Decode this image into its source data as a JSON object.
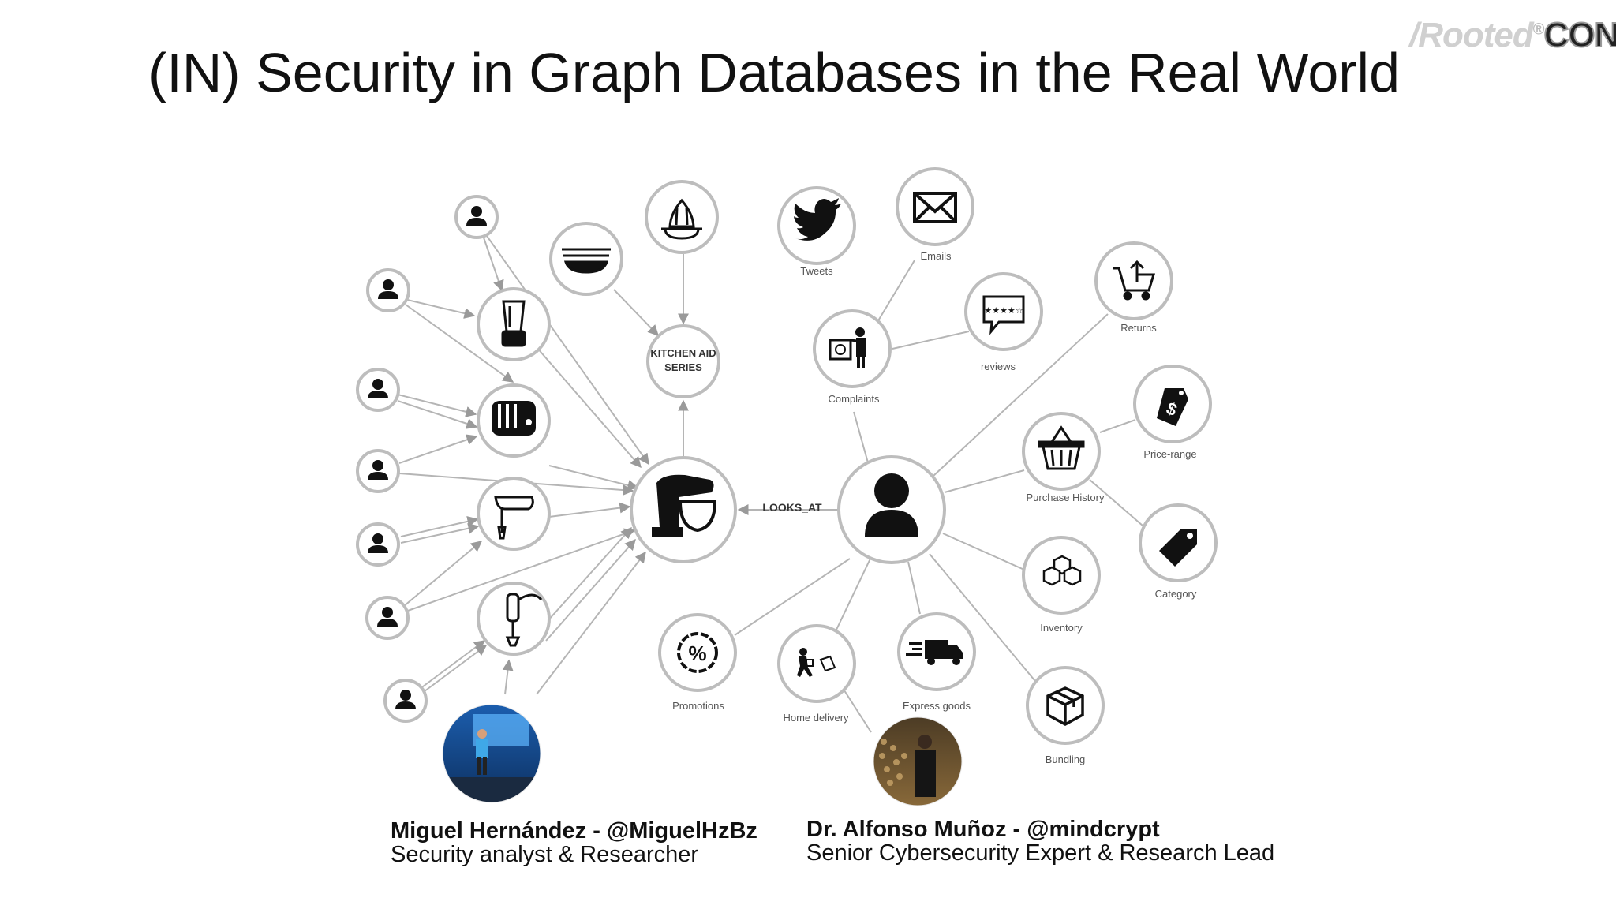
{
  "slide": {
    "title": "(IN) Security in Graph Databases in the Real World",
    "logo": {
      "brand": "/Rooted",
      "reg": "®",
      "suffix": "CON"
    }
  },
  "diagram": {
    "center_product_label": "",
    "edge_label": "LOOKS_AT",
    "kitchen_aid_line1": "KITCHEN AID",
    "kitchen_aid_line2": "SERIES",
    "node_labels": {
      "tweets": "Tweets",
      "emails": "Emails",
      "reviews": "reviews",
      "complaints": "Complaints",
      "returns": "Returns",
      "price_range": "Price-range",
      "purchase_history": "Purchase History",
      "category": "Category",
      "inventory": "Inventory",
      "promotions": "Promotions",
      "home_delivery": "Home delivery",
      "express_goods": "Express goods",
      "bundling": "Bundling"
    },
    "colors": {
      "node_stroke": "#bdbdbd",
      "edge": "#b5b5b5",
      "icon": "#111111",
      "label": "#555555"
    }
  },
  "speakers": [
    {
      "name": "Miguel Hernández - @MiguelHzBz",
      "role": "Security analyst & Researcher"
    },
    {
      "name": "Dr. Alfonso Muñoz - @mindcrypt",
      "role": "Senior Cybersecurity Expert & Research Lead"
    }
  ]
}
